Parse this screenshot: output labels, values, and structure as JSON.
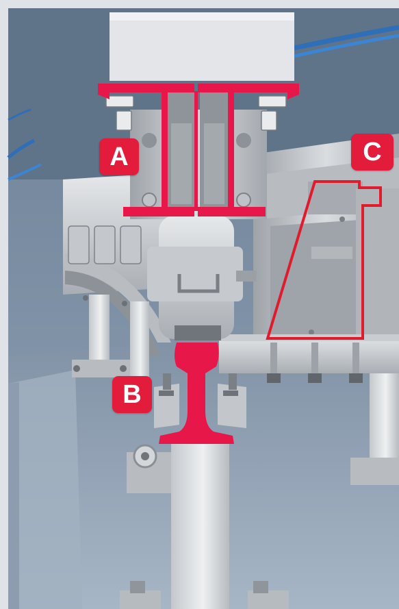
{
  "labels": {
    "a": "A",
    "b": "B",
    "c": "C"
  },
  "colors": {
    "callout": "#e41c3c",
    "highlight": "#e8174a",
    "outline": "#e01b2c",
    "background": "#dfe3e8",
    "steel": "#c9ccd0",
    "concrete": "#8594a6"
  },
  "components": {
    "a": "i-beam-cross-section",
    "b": "rail-cross-section",
    "c": "bracket-outline"
  }
}
